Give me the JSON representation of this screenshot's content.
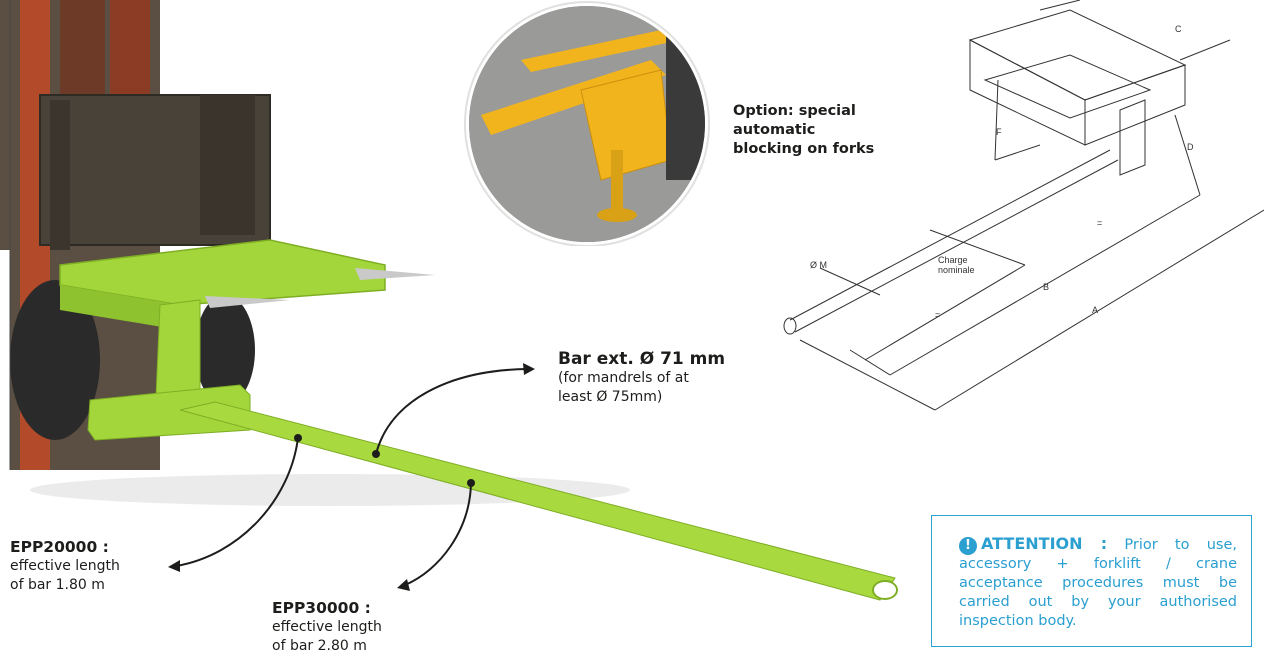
{
  "option_callout": {
    "line1": "Option: special",
    "line2": "automatic",
    "line3": "blocking on forks"
  },
  "bar_callout": {
    "heading": "Bar ext. Ø 71 mm",
    "line1": "(for mandrels of at",
    "line2": "least Ø 75mm)"
  },
  "epp20000": {
    "heading": "EPP20000 :",
    "line1": "effective length",
    "line2": "of bar 1.80 m"
  },
  "epp30000": {
    "heading": "EPP30000 :",
    "line1": "effective length",
    "line2": "of bar 2.80 m"
  },
  "attention": {
    "icon": "!",
    "title": "ATTENTION :",
    "text": "Prior to use, accessory + forklift / crane acceptance procedures must be carried out by your authorised inspection body."
  },
  "drawing_labels": {
    "A": "A",
    "B": "B",
    "C": "C",
    "D": "D",
    "F": "F",
    "M": "Ø M",
    "eq1": "=",
    "eq2": "=",
    "charge1": "Charge",
    "charge2": "nominale"
  },
  "colors": {
    "lime": "#a3d63a",
    "lime_dark": "#7fae25",
    "yellow": "#f2b41d",
    "attention_blue": "#2a9fd0"
  }
}
